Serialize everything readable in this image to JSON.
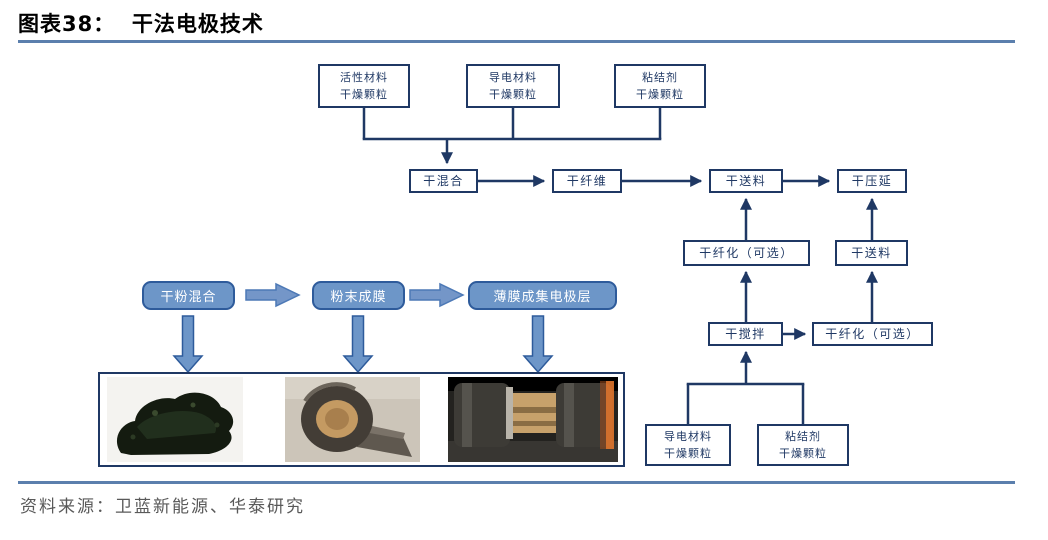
{
  "title": "图表38：  干法电极技术",
  "source": "资料来源：卫蓝新能源、华泰研究",
  "figure": {
    "top_inputs": [
      {
        "line1": "活性材料",
        "line2": "干燥颗粒"
      },
      {
        "line1": "导电材料",
        "line2": "干燥颗粒"
      },
      {
        "line1": "粘结剂",
        "line2": "干燥颗粒"
      }
    ],
    "main_steps": [
      "干混合",
      "干纤维",
      "干送料",
      "干压延"
    ],
    "mid_steps": [
      "干纤化（可选）",
      "干送料"
    ],
    "lower_steps": [
      "干搅拌",
      "干纤化（可选）"
    ],
    "bottom_inputs": [
      {
        "line1": "导电材料",
        "line2": "干燥颗粒"
      },
      {
        "line1": "粘结剂",
        "line2": "干燥颗粒"
      }
    ],
    "process_steps": [
      "干粉混合",
      "粉末成膜",
      "薄膜成集电极层"
    ],
    "photo_icons": [
      "dry-powder-photo",
      "electrode-film-roll-photo",
      "calender-machine-photo"
    ]
  },
  "colors": {
    "navy": "#1f3864",
    "steel_blue": "#6d96c8",
    "rule_blue": "#5b7fad",
    "source_gray": "#595959"
  }
}
